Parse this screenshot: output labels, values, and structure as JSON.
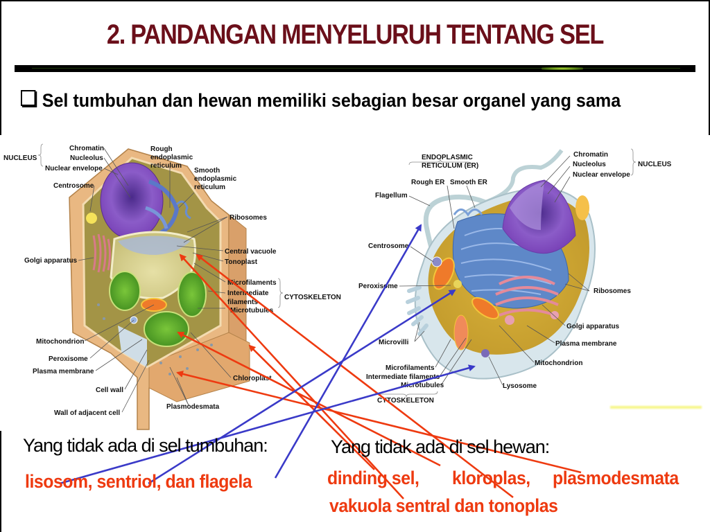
{
  "slide": {
    "title": "2. PANDANGAN MENYELURUH TENTANG SEL",
    "title_color": "#6b0f1a",
    "bullet_icon": "checkbox-square-icon",
    "bullet_text": "Sel tumbuhan dan hewan memiliki sebagian besar organel yang sama"
  },
  "plant_cell": {
    "labels": {
      "nucleus_group": "NUCLEUS",
      "chromatin": "Chromatin",
      "nucleolus": "Nucleolus",
      "nuclear_envelope": "Nuclear envelope",
      "centrosome": "Centrosome",
      "golgi": "Golgi apparatus",
      "rough_er_1": "Rough",
      "rough_er_2": "endoplasmic",
      "rough_er_3": "reticulum",
      "smooth_er_1": "Smooth",
      "smooth_er_2": "endoplasmic",
      "smooth_er_3": "reticulum",
      "ribosomes": "Ribosomes",
      "central_vacuole": "Central vacuole",
      "tonoplast": "Tonoplast",
      "microfilaments": "Microfilaments",
      "intermediate_1": "Intermediate",
      "intermediate_2": "filaments",
      "microtubules": "Microtubules",
      "cytoskeleton_group": "CYTOSKELETON",
      "mitochondrion": "Mitochondrion",
      "peroxisome": "Peroxisome",
      "plasma_membrane": "Plasma membrane",
      "cell_wall": "Cell wall",
      "wall_adjacent": "Wall of adjacent cell",
      "chloroplast": "Chloroplast",
      "plasmodesmata": "Plasmodesmata"
    }
  },
  "animal_cell": {
    "labels": {
      "er_group_1": "ENDOPLASMIC",
      "er_group_2": "RETICULUM (ER)",
      "rough_er": "Rough ER",
      "smooth_er": "Smooth ER",
      "flagellum": "Flagellum",
      "centrosome": "Centrosome",
      "peroxisome": "Peroxisome",
      "microvilli": "Microvilli",
      "microfilaments": "Microfilaments",
      "intermediate": "Intermediate filaments",
      "microtubules": "Microtubules",
      "cytoskeleton_group": "CYTOSKELETON",
      "chromatin": "Chromatin",
      "nucleolus": "Nucleolus",
      "nuclear_envelope": "Nuclear envelope",
      "nucleus_group": "NUCLEUS",
      "ribosomes": "Ribosomes",
      "golgi": "Golgi apparatus",
      "plasma_membrane": "Plasma membrane",
      "mitochondrion": "Mitochondrion",
      "lysosome": "Lysosome"
    }
  },
  "captions": {
    "not_in_plant": "Yang tidak ada di sel tumbuhan:",
    "not_in_plant_items": "lisosom, sentriol, dan flagela",
    "not_in_animal": "Yang tidak ada di sel hewan:",
    "not_in_animal_line1_a": "dinding sel,",
    "not_in_animal_line1_b": "kloroplas,",
    "not_in_animal_line1_c": "plasmodesmata",
    "not_in_animal_line2": "vakuola sentral dan tonoplas"
  },
  "colors": {
    "answer_red": "#ee3a10",
    "arrow_red": "#ee3a10",
    "arrow_blue": "#3a3ac8",
    "rule_black": "#000000",
    "rule_glow": "#b8e03a"
  },
  "arrows": {
    "red": [
      {
        "from": "dinding sel",
        "to": "cell wall"
      },
      {
        "from": "kloroplas",
        "to": "chloroplast"
      },
      {
        "from": "plasmodesmata",
        "to": "plasmodesmata"
      },
      {
        "from": "vakuola sentral",
        "to": "central vacuole"
      },
      {
        "from": "tonoplas",
        "to": "tonoplast"
      }
    ],
    "blue": [
      {
        "from": "lisosom",
        "to": "lysosome"
      },
      {
        "from": "sentriol",
        "to": "centrosome"
      },
      {
        "from": "flagela",
        "to": "flagellum"
      }
    ]
  }
}
